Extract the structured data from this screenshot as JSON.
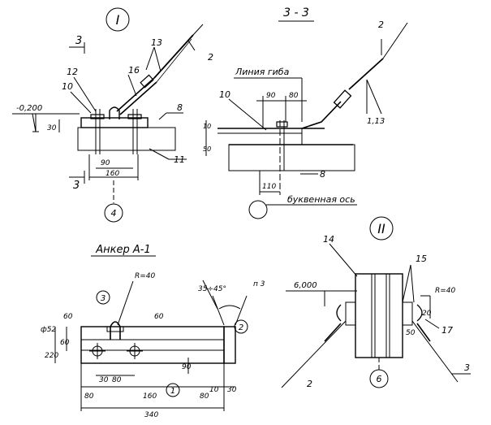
{
  "views": {
    "view_1": {
      "marker": "I"
    },
    "view_2": {
      "marker": "II"
    },
    "section": {
      "title": "3 - 3",
      "cut_label": "3"
    },
    "anchor": {
      "title": "Анкер А-1"
    }
  },
  "labels": {
    "bend_line": "Линия гиба",
    "letter_axis": "буквенная ось",
    "elev_top": "-0,200",
    "elev_v2": "6,000"
  },
  "callouts": {
    "c2": "2",
    "c8": "8",
    "c10": "10",
    "c11": "11",
    "c12": "12",
    "c13": "13",
    "c16": "16",
    "c1": "1",
    "c3": "3",
    "c14": "14",
    "c15": "15",
    "c17": "17",
    "c4": "4",
    "c6": "6"
  },
  "dims": {
    "d30": "30",
    "d90": "90",
    "d160": "160",
    "d80": "80",
    "d50": "50",
    "d10": "10",
    "d110": "110",
    "d60": "60",
    "d220": "220",
    "d340": "340",
    "d52": "ф52",
    "r40": "R=40",
    "angle": "35÷45°",
    "n3": "п 3",
    "c113": "1,13",
    "d20": "20"
  }
}
